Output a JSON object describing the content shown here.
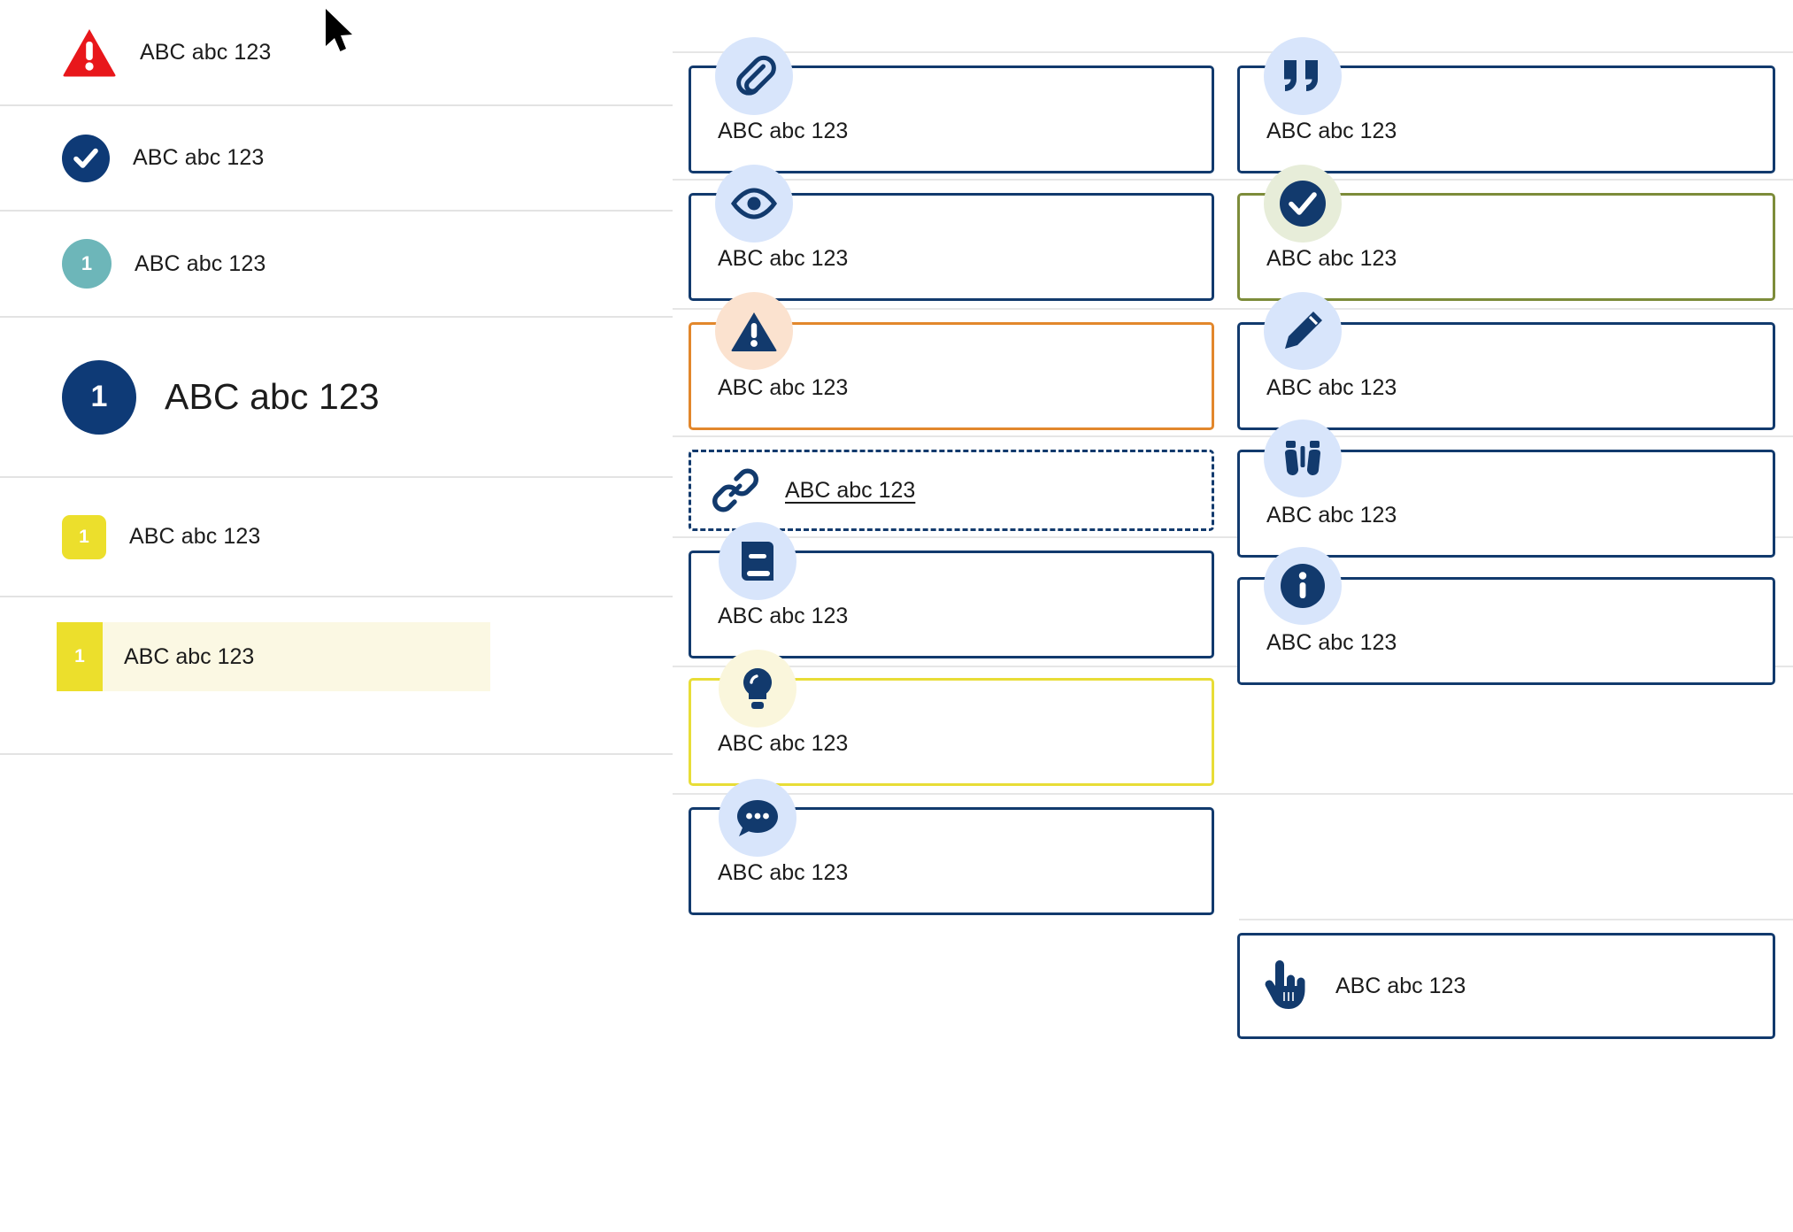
{
  "left_list": {
    "rows": [
      {
        "id": "row-alert",
        "badge_kind": "warning-triangle",
        "badge_text": "",
        "label": "ABC abc 123",
        "size": "normal"
      },
      {
        "id": "row-check",
        "badge_kind": "check-circle",
        "badge_text": "",
        "label": "ABC abc 123",
        "size": "normal"
      },
      {
        "id": "row-teal",
        "badge_kind": "teal-circle",
        "badge_text": "1",
        "label": "ABC abc 123",
        "size": "normal"
      },
      {
        "id": "row-big",
        "badge_kind": "navy-circle",
        "badge_text": "1",
        "label": "ABC abc 123",
        "size": "large"
      },
      {
        "id": "row-yellow",
        "badge_kind": "yellow-square",
        "badge_text": "1",
        "label": "ABC abc 123",
        "size": "small"
      },
      {
        "id": "row-active",
        "badge_kind": "yellow-bar",
        "badge_text": "1",
        "label": "ABC abc 123",
        "size": "highlighted"
      }
    ]
  },
  "middle_column": {
    "cards": [
      {
        "icon": "paperclip-icon",
        "icon_style": "bubble-blue",
        "border": "navy",
        "label": "ABC abc 123",
        "layout": "label-bottom"
      },
      {
        "icon": "eye-icon",
        "icon_style": "bubble-blue",
        "border": "navy",
        "label": "ABC abc 123",
        "layout": "label-bottom"
      },
      {
        "icon": "warning-icon",
        "icon_style": "bubble-peach",
        "border": "orange",
        "label": "ABC abc 123",
        "layout": "label-bottom"
      },
      {
        "icon": "link-icon",
        "icon_style": "inline",
        "border": "navy-dashed",
        "label": "ABC abc 123",
        "layout": "inline-link"
      },
      {
        "icon": "book-icon",
        "icon_style": "bubble-blue",
        "border": "navy",
        "label": "ABC abc 123",
        "layout": "label-bottom"
      },
      {
        "icon": "lightbulb-icon",
        "icon_style": "bubble-cream",
        "border": "yellow",
        "label": "ABC abc 123",
        "layout": "label-bottom"
      },
      {
        "icon": "comment-icon",
        "icon_style": "bubble-blue",
        "border": "navy",
        "label": "ABC abc 123",
        "layout": "label-bottom"
      }
    ]
  },
  "right_column": {
    "cards": [
      {
        "icon": "quote-icon",
        "icon_style": "bubble-blue",
        "border": "navy",
        "label": "ABC abc 123",
        "layout": "label-bottom"
      },
      {
        "icon": "check-icon",
        "icon_style": "bubble-green",
        "border": "olive",
        "label": "ABC abc 123",
        "layout": "label-bottom"
      },
      {
        "icon": "pencil-icon",
        "icon_style": "bubble-blue",
        "border": "navy",
        "label": "ABC abc 123",
        "layout": "label-bottom"
      },
      {
        "icon": "binoculars-icon",
        "icon_style": "bubble-blue",
        "border": "navy",
        "label": "ABC abc 123",
        "layout": "label-bottom"
      },
      {
        "icon": "info-icon",
        "icon_style": "bubble-blue",
        "border": "navy",
        "label": "ABC abc 123",
        "layout": "label-bottom"
      },
      {
        "icon": "pointing-hand-icon",
        "icon_style": "inline",
        "border": "navy",
        "label": "ABC abc 123",
        "layout": "inline-label"
      }
    ]
  },
  "colors": {
    "navy": "#123a6d",
    "navy_deep": "#0e3a76",
    "red": "#e8171b",
    "teal": "#6db6b9",
    "yellow": "#ecdf2c",
    "yellow_border": "#e8dd37",
    "orange": "#e2872c",
    "olive": "#7d8c3a",
    "bubble_blue": "#d8e5fb",
    "bubble_peach": "#fbe2cf",
    "bubble_green": "#e7edd9",
    "bubble_cream": "#faf6dc",
    "highlight_bg": "#fbf8e3",
    "rule": "#e6e6e6",
    "panel_gray": "#f2f2f2"
  }
}
